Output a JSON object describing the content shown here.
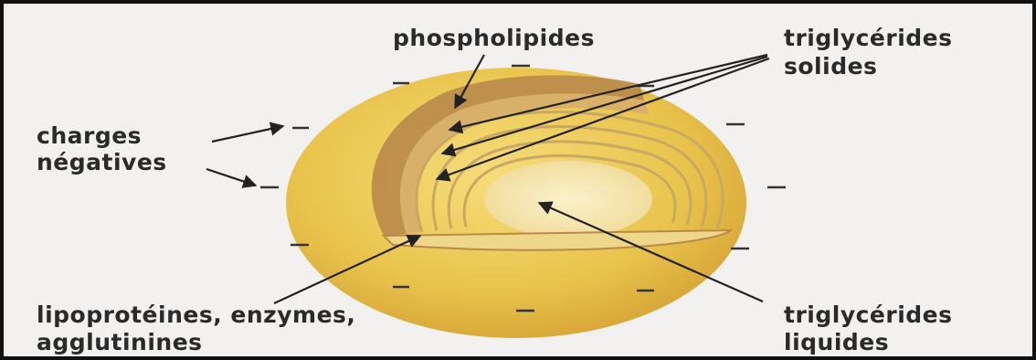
{
  "diagram": {
    "labels": {
      "phospholipides": "phospholipides",
      "triglycerides_solides_1": "triglycérides",
      "triglycerides_solides_2": "solides",
      "charges_negatives_1": "charges",
      "charges_negatives_2": "négatives",
      "lipoproteines_1": "lipoprotéines, enzymes,",
      "lipoproteines_2": "agglutinines",
      "triglycerides_liquides_1": "triglycérides",
      "triglycerides_liquides_2": "liquides"
    },
    "negative_charge_symbol": "—",
    "colors": {
      "outer_globule": "#e8c34a",
      "membrane": "#b98a4a",
      "inner_core": "#f4e3a6",
      "arrow": "#222222",
      "text": "#2a2a2a"
    }
  }
}
